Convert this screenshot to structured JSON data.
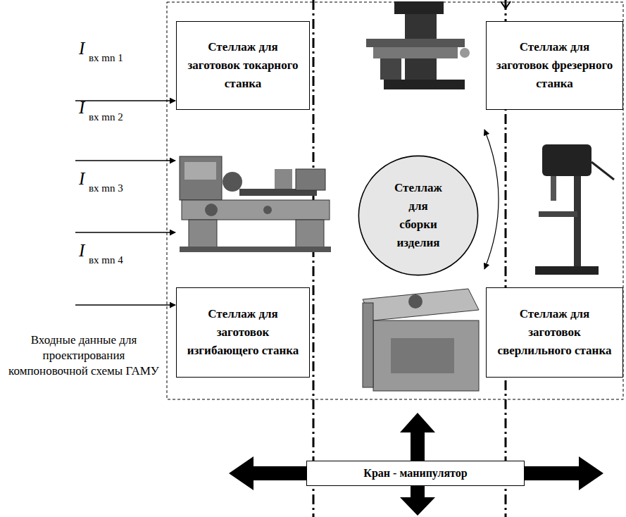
{
  "diagram": {
    "nodes": [
      {
        "text": [
          "Стеллаж для заготовок токарного станка"
        ]
      },
      {
        "text": [
          "Стеллаж для заготовок фрезерного станка"
        ]
      },
      {
        "text": [
          "Стеллаж для сборки изделия"
        ]
      },
      {
        "text": [
          "Стеллаж для заготовок изгибающего станка"
        ]
      },
      {
        "text": [
          "Стеллаж для заготовок сверлильного станка"
        ]
      },
      {
        "text": [
          "Кран - манипулятор"
        ]
      }
    ],
    "labels": [
      "I",
      "вх mn 1",
      "I",
      "вх mn 2",
      "I",
      "вх mn 3",
      "I",
      "вх mn 4",
      "Входные данные для проектирования компоновочной схемы ГАМУ"
    ]
  }
}
